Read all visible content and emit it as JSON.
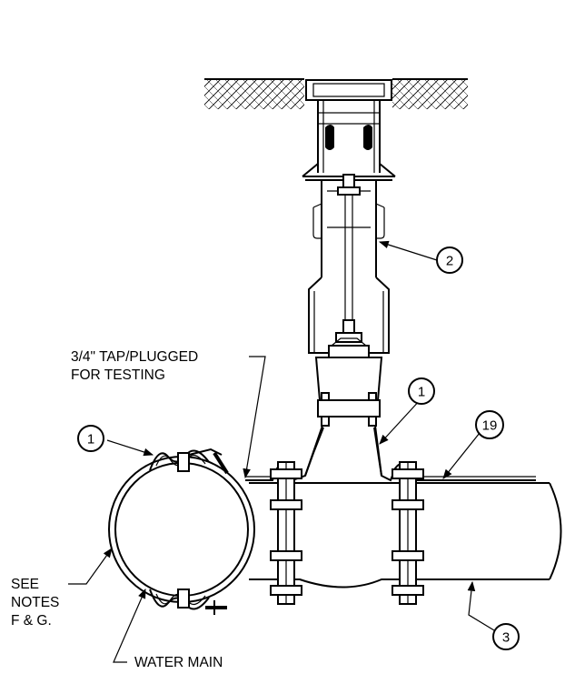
{
  "labels": {
    "tap_line1": "3/4\" TAP/PLUGGED",
    "tap_line2": "FOR TESTING",
    "notes_line1": "SEE",
    "notes_line2": "NOTES",
    "notes_line3": "F & G.",
    "water_main": "WATER MAIN"
  },
  "callouts": {
    "valve_box": "2",
    "tapping_sleeve_left": "1",
    "tapping_sleeve_right": "1",
    "service_line": "19",
    "main_pipe": "3"
  }
}
